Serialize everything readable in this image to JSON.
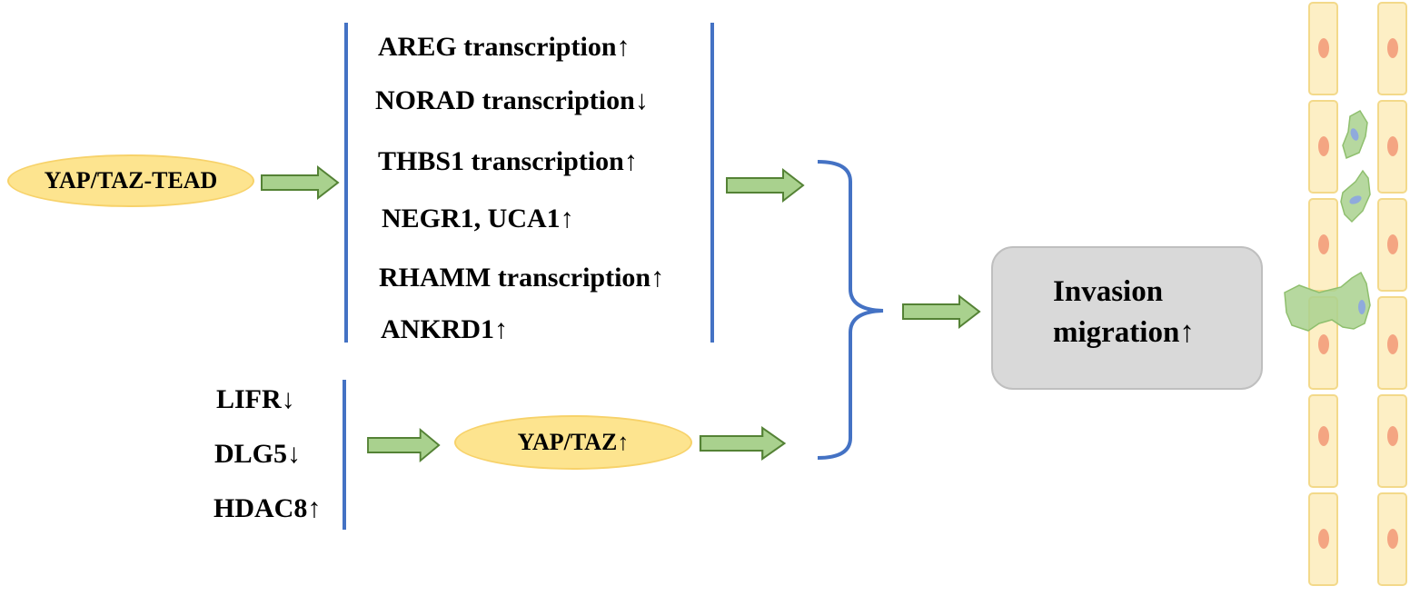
{
  "source": {
    "label": "YAP/TAZ-TEAD"
  },
  "targets": [
    "AREG transcription↑",
    "NORAD transcription↓",
    "THBS1 transcription↑",
    "NEGR1, UCA1↑",
    "RHAMM transcription↑",
    "ANKRD1↑"
  ],
  "regulators": [
    "LIFR↓",
    "DLG5↓",
    "HDAC8↑"
  ],
  "intermediate": {
    "label": "YAP/TAZ↑"
  },
  "result": {
    "line1": "Invasion",
    "line2": "migration↑"
  },
  "colors": {
    "pill_fill": "#fde48f",
    "arrow_fill": "#a9d18e",
    "arrow_stroke": "#548235",
    "bar": "#4472c4",
    "result_fill": "#d9d9d9",
    "cell_fill": "#fdefc5",
    "cell_nucleus": "#f4a582",
    "migrating_cell": "#a9d18e",
    "migrating_nucleus": "#8faadc"
  },
  "icons": [
    "block-arrow-icon",
    "curly-brace-icon",
    "cell-column-icon",
    "migrating-cell-icon"
  ]
}
